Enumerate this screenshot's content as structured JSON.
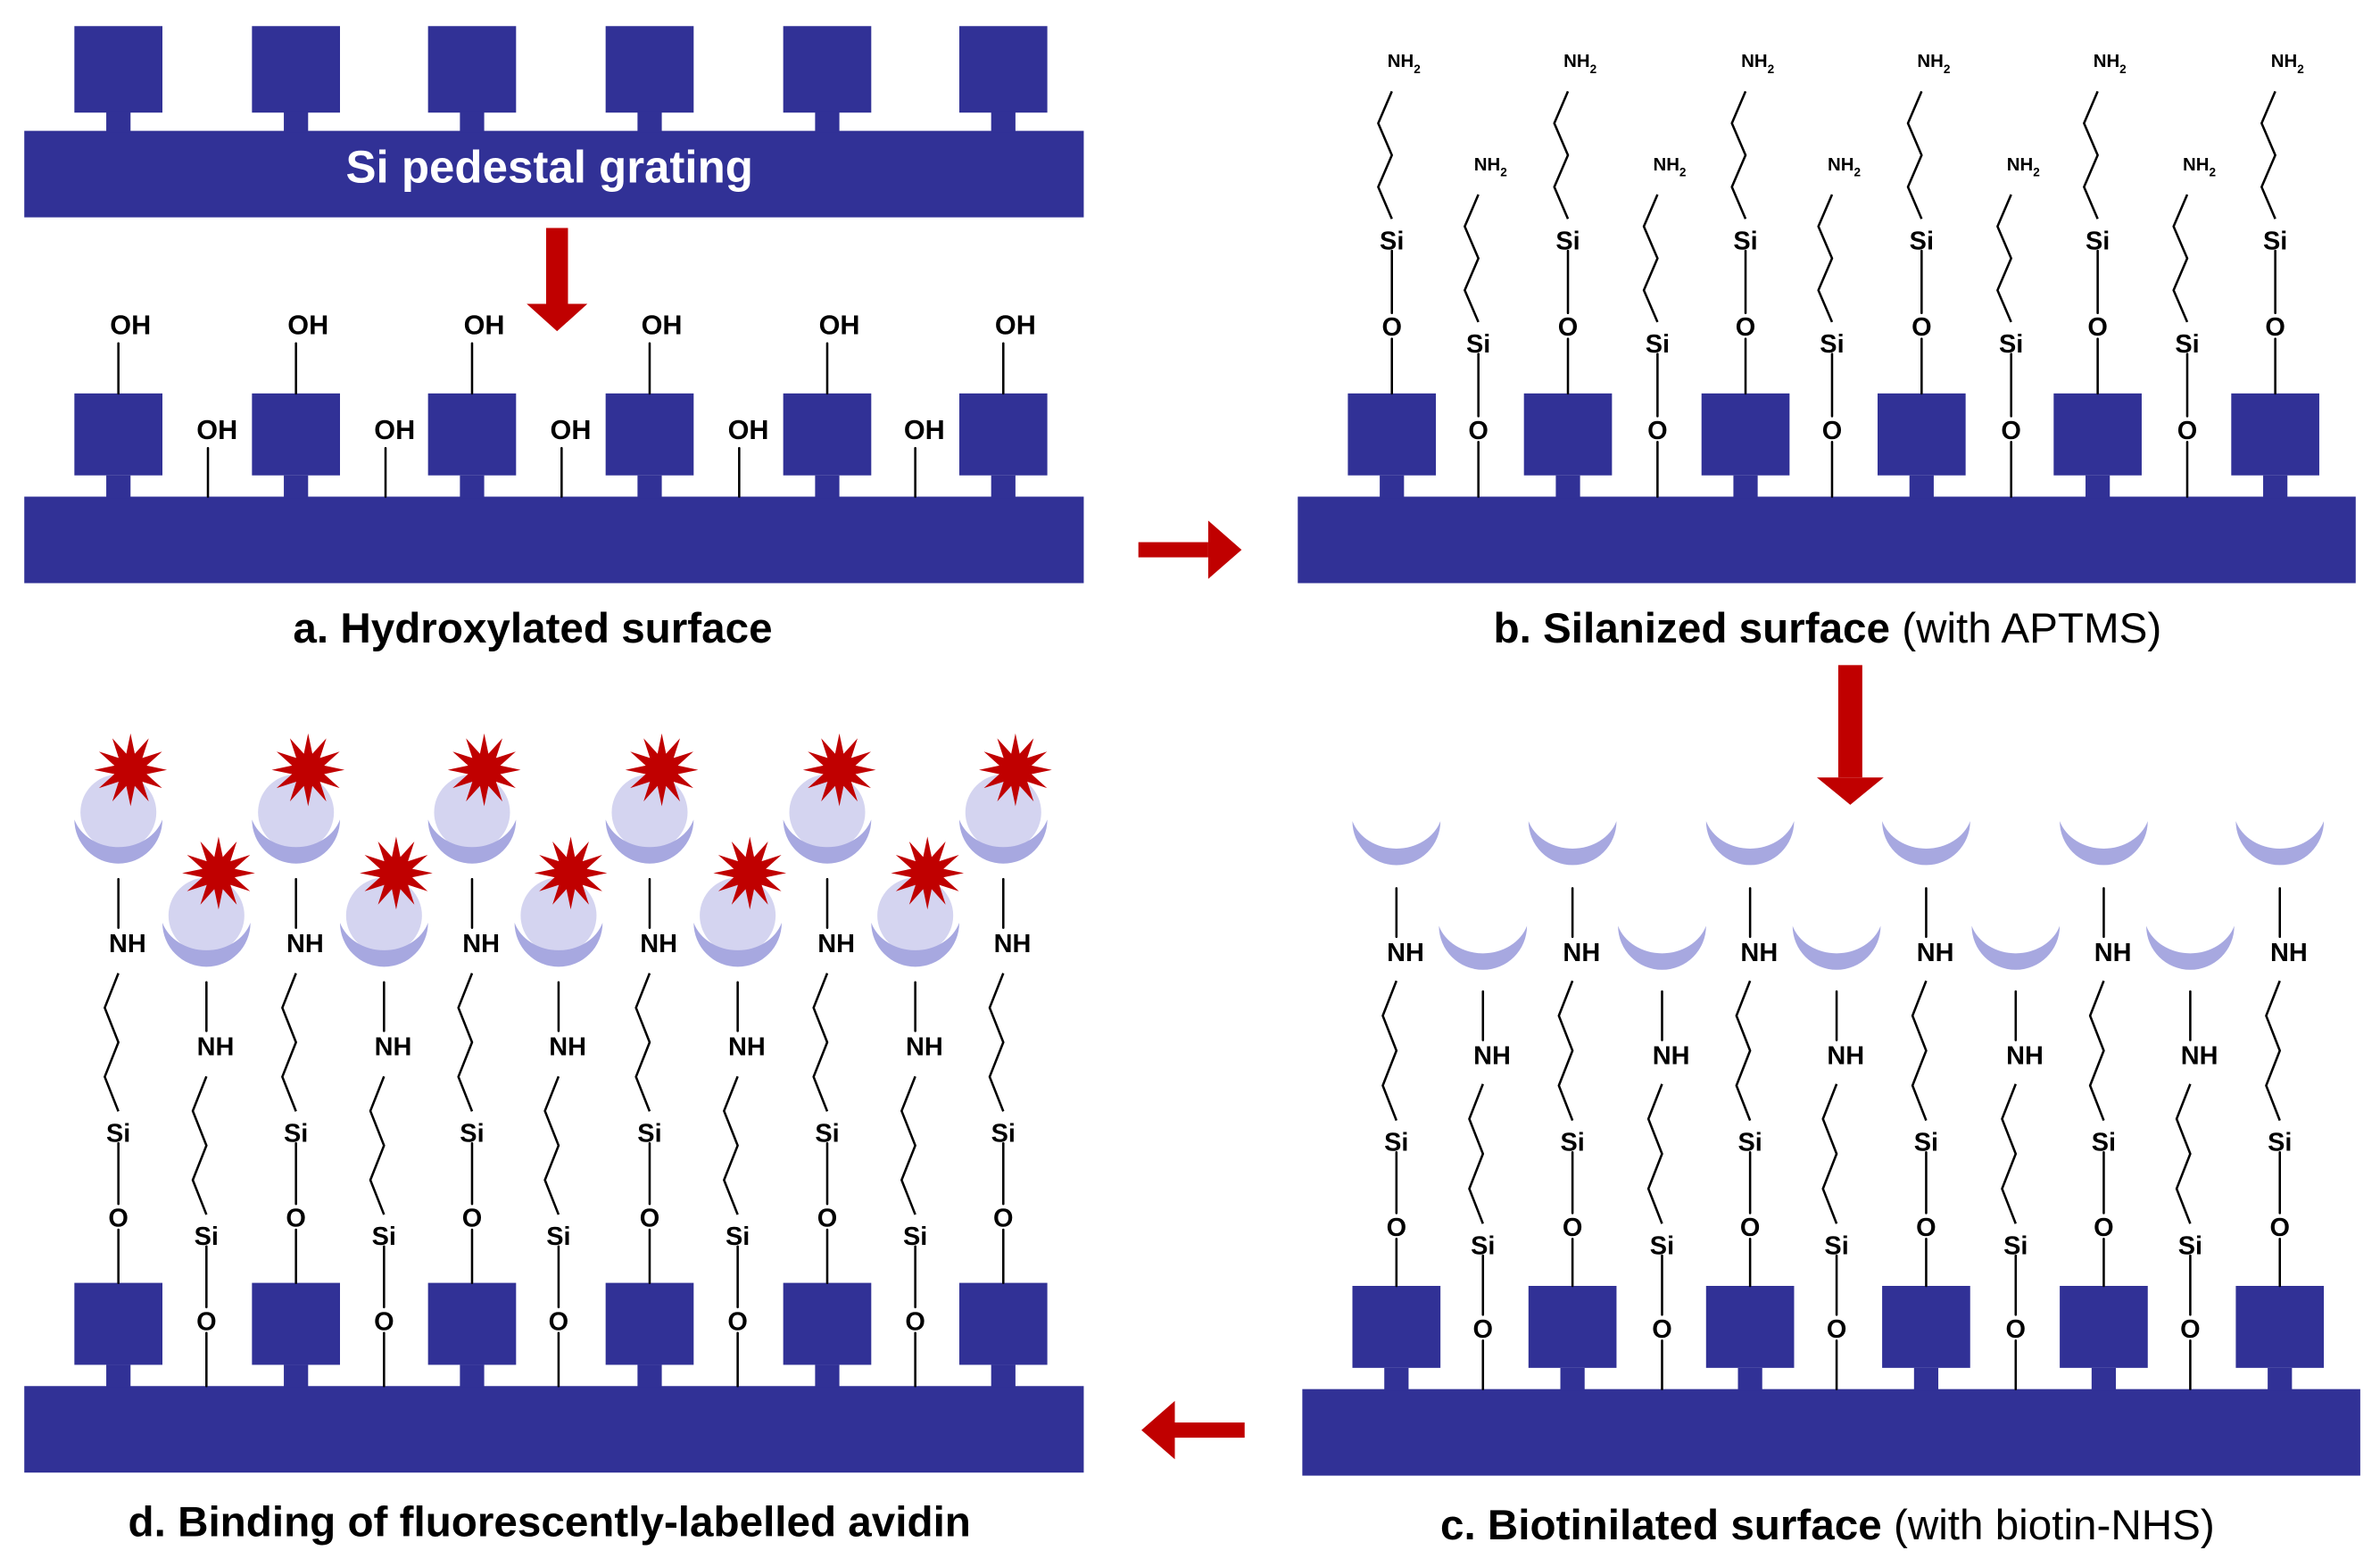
{
  "colors": {
    "silicon": "#313196",
    "arrow": "#c00000",
    "biotin": "#a7a8e0",
    "avidin": "#d4d4f0",
    "line": "#000000",
    "label_on_silicon": "#ffffff"
  },
  "groups": {
    "hydroxyl": "OH",
    "amine": "NH",
    "silicon": "Si",
    "oxygen": "O",
    "nh2_main": "NH",
    "nh2_sub": "2"
  },
  "panel_a": {
    "grating_label": "Si pedestal grating",
    "caption": "a. Hydroxylated surface"
  },
  "panel_b": {
    "caption_bold": "b. Silanized surface",
    "caption_note": " (with APTMS)"
  },
  "panel_c": {
    "caption_bold": "c. Biotinilated surface",
    "caption_note": " (with biotin-NHS)"
  },
  "panel_d": {
    "caption": "d. Binding of fluorescently-labelled avidin"
  }
}
